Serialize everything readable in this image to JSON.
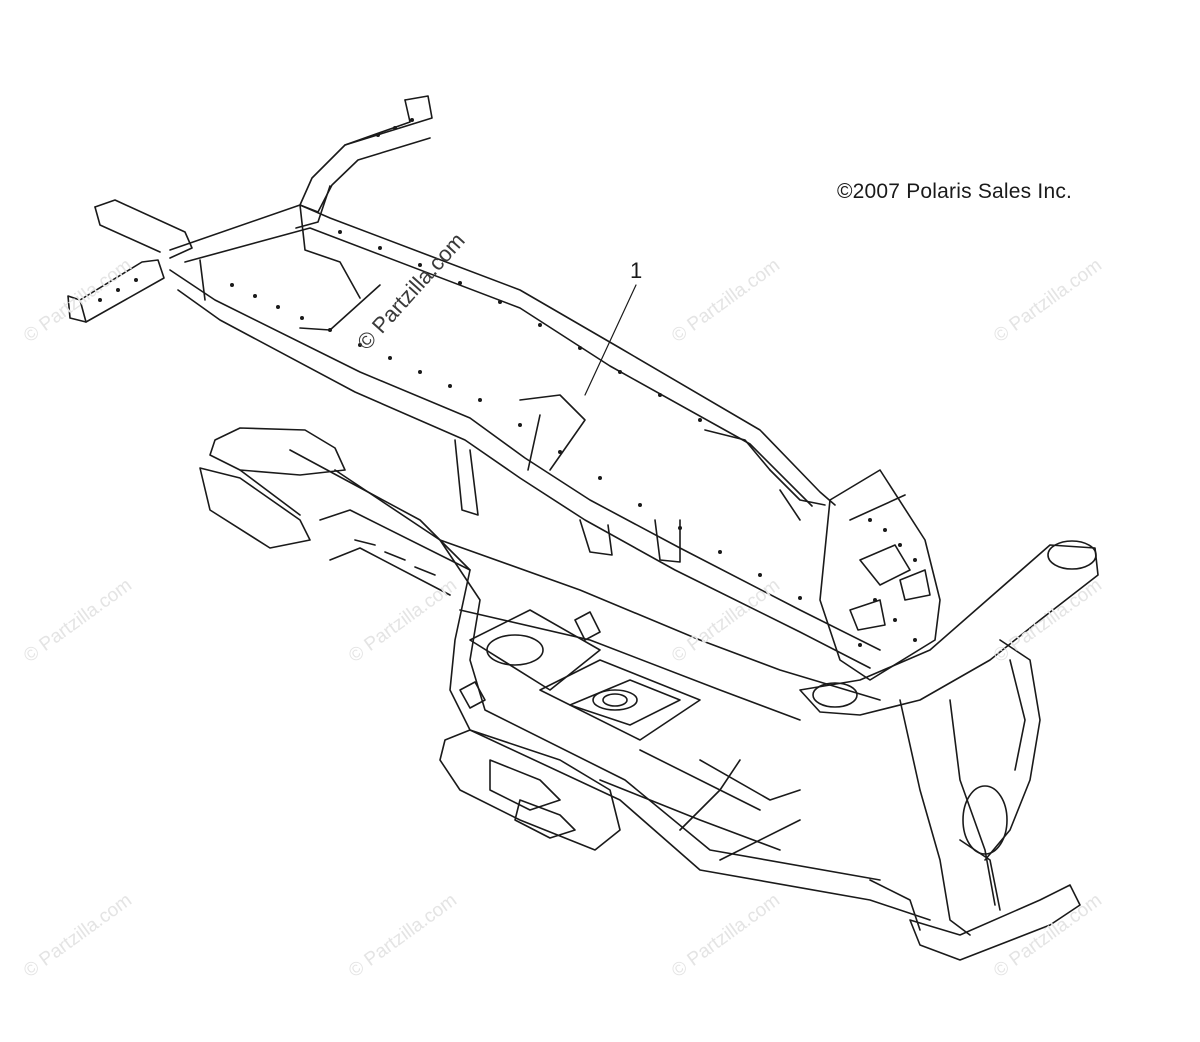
{
  "copyright": "©2007 Polaris Sales Inc.",
  "callout_label": "1",
  "watermark_main": "© Partzilla.com",
  "watermark_tile": "© Partzilla.com",
  "colors": {
    "line": "#1a1a1a",
    "watermark": "#e4e4e4",
    "background": "#ffffff"
  }
}
